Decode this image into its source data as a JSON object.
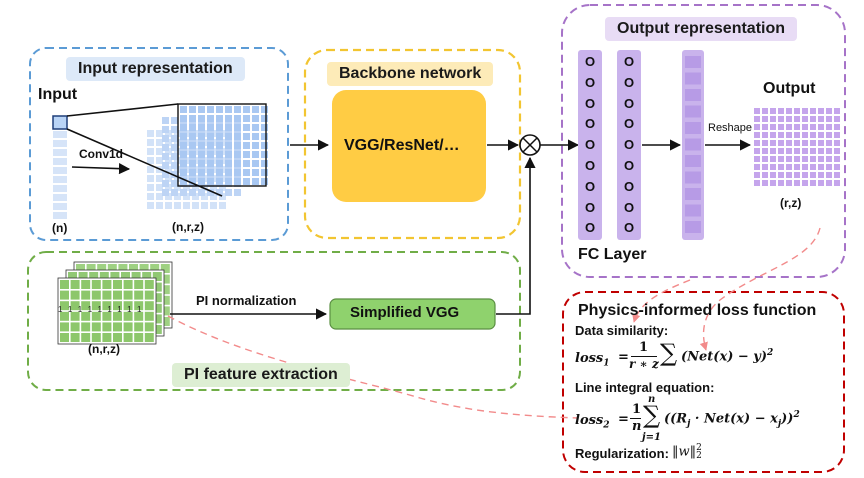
{
  "input_box": {
    "title": "Input representation",
    "input_label": "Input",
    "conv_label": "Conv1d",
    "dim_n": "(n)",
    "dim_nrz": "(n,r,z)"
  },
  "backbone_box": {
    "title": "Backbone network",
    "network_label": "VGG/ResNet/…"
  },
  "output_box": {
    "title": "Output representation",
    "output_label": "Output",
    "reshape_label": "Reshape",
    "dim_rz": "(r,z)",
    "fc_layer_label": "FC Layer",
    "neuron_symbol": "O"
  },
  "combine_symbol": "⊗",
  "pi_box": {
    "title": "PI feature extraction",
    "pi_norm_label": "PI normalization",
    "simplified_vgg_label": "Simplified VGG",
    "dim_nrz": "(n,r,z)",
    "ones_row": "1 1 1 1 1 1 1 1 1"
  },
  "loss_box": {
    "title": "Physics-informed loss function",
    "data_similarity_label": "Data similarity:",
    "line_integral_label": "Line integral equation:",
    "regularization_label": "Regularization:",
    "loss1_lhs": "loss",
    "loss1_sub": "1",
    "loss2_lhs": "loss",
    "loss2_sub": "2",
    "loss1_frac_num": "1",
    "loss1_frac_den": "r ∗ z",
    "loss1_body": "(Net(x) − y)",
    "loss2_frac_num": "1",
    "loss2_frac_den": "n",
    "loss2_sum_top": "n",
    "loss2_sum_bottom": "j=1",
    "loss2_body": "((R",
    "loss2_body_sub": "j",
    "loss2_body_mid": " · Net(x) − x",
    "loss2_body_sub2": "j",
    "loss2_body_end": ")",
    "squared": "2",
    "reg_expr": "‖w‖",
    "reg_sup": "2",
    "reg_sub": "2",
    "equals": "=",
    "sum_symbol": "∑"
  },
  "colors": {
    "input_border": "#5b9bd5",
    "backbone_border": "#f2c531",
    "output_border": "#a673c8",
    "pi_border": "#70ad47",
    "loss_border": "#c00000",
    "blue_cell": "#a9c8f2",
    "green_cell": "#8dc76b",
    "purple_cell": "#c9b3ec",
    "yellow_fill": "#ffcc44",
    "green_fill": "#8fd26d",
    "dashed_link": "#f28b8b"
  }
}
